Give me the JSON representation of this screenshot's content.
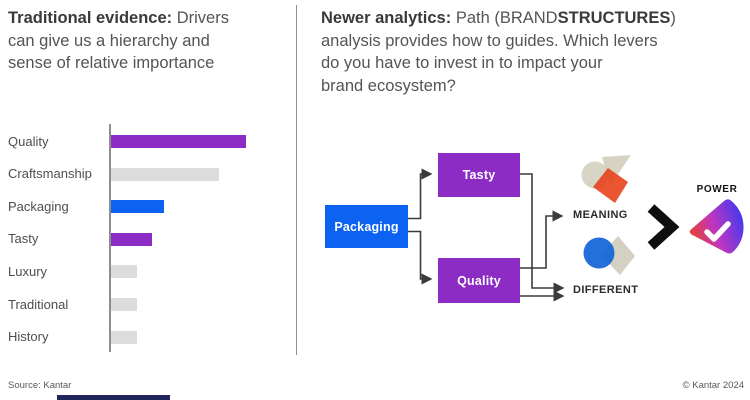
{
  "header": {
    "left": {
      "bold": "Traditional evidence:",
      "line1_rest": " Drivers",
      "line2": "can give us a hierarchy and",
      "line3": "sense of relative importance"
    },
    "right": {
      "bold": "Newer analytics:",
      "line1_mid": " Path (BRAND",
      "line1_bold2": "STRUCTURES",
      "line1_end": ")",
      "line2": "analysis provides how to guides. Which levers",
      "line3": "do you have to invest in to impact your",
      "line4": "brand ecosystem?"
    }
  },
  "chart_data": {
    "type": "bar",
    "orientation": "horizontal",
    "title": "",
    "xlabel": "",
    "ylabel": "",
    "categories": [
      "Quality",
      "Craftsmanship",
      "Packaging",
      "Tasty",
      "Luxury",
      "Traditional",
      "History"
    ],
    "values": [
      100,
      80,
      39,
      30,
      19,
      19,
      19
    ],
    "xlim": [
      0,
      100
    ],
    "grid": false,
    "colors": [
      "#8D2BC5",
      "#DCDCDC",
      "#0C63F2",
      "#8D2BC5",
      "#DCDCDC",
      "#DCDCDC",
      "#DCDCDC"
    ],
    "legend": null
  },
  "flow": {
    "nodes": {
      "packaging": {
        "label": "Packaging",
        "color": "#0C63F2"
      },
      "tasty": {
        "label": "Tasty",
        "color": "#8D2BC5"
      },
      "quality": {
        "label": "Quality",
        "color": "#8D2BC5"
      }
    },
    "edges": [
      [
        "Packaging",
        "Tasty"
      ],
      [
        "Packaging",
        "Quality"
      ],
      [
        "Tasty",
        "DIFFERENT"
      ],
      [
        "Quality",
        "MEANING"
      ],
      [
        "Quality",
        "DIFFERENT"
      ]
    ],
    "outcomes": {
      "meaning": "MEANING",
      "different": "DIFFERENT"
    },
    "power_label": "POWER"
  },
  "icons": {
    "meaning": {
      "name": "meaning-icon",
      "red": "#E8431C",
      "beige": "#D8D4C6"
    },
    "different": {
      "name": "different-icon",
      "blue": "#1263D8",
      "beige": "#D5D1C2"
    },
    "chevron": {
      "name": "chevron-right-icon",
      "color": "#0F0F0F"
    },
    "power": {
      "name": "power-gradient-icon",
      "gradient": [
        "#E8422A",
        "#C035C0",
        "#3F3AEF"
      ],
      "check": "#FFFFFF"
    }
  },
  "footer": {
    "source": "Source: Kantar",
    "copyright": "© Kantar 2024"
  },
  "colors": {
    "purple": "#8D2BC5",
    "blue": "#0C63F2",
    "bar_gray": "#DCDCDC",
    "connector": "#3C3C3C",
    "bottom_bar": "#20265A"
  }
}
